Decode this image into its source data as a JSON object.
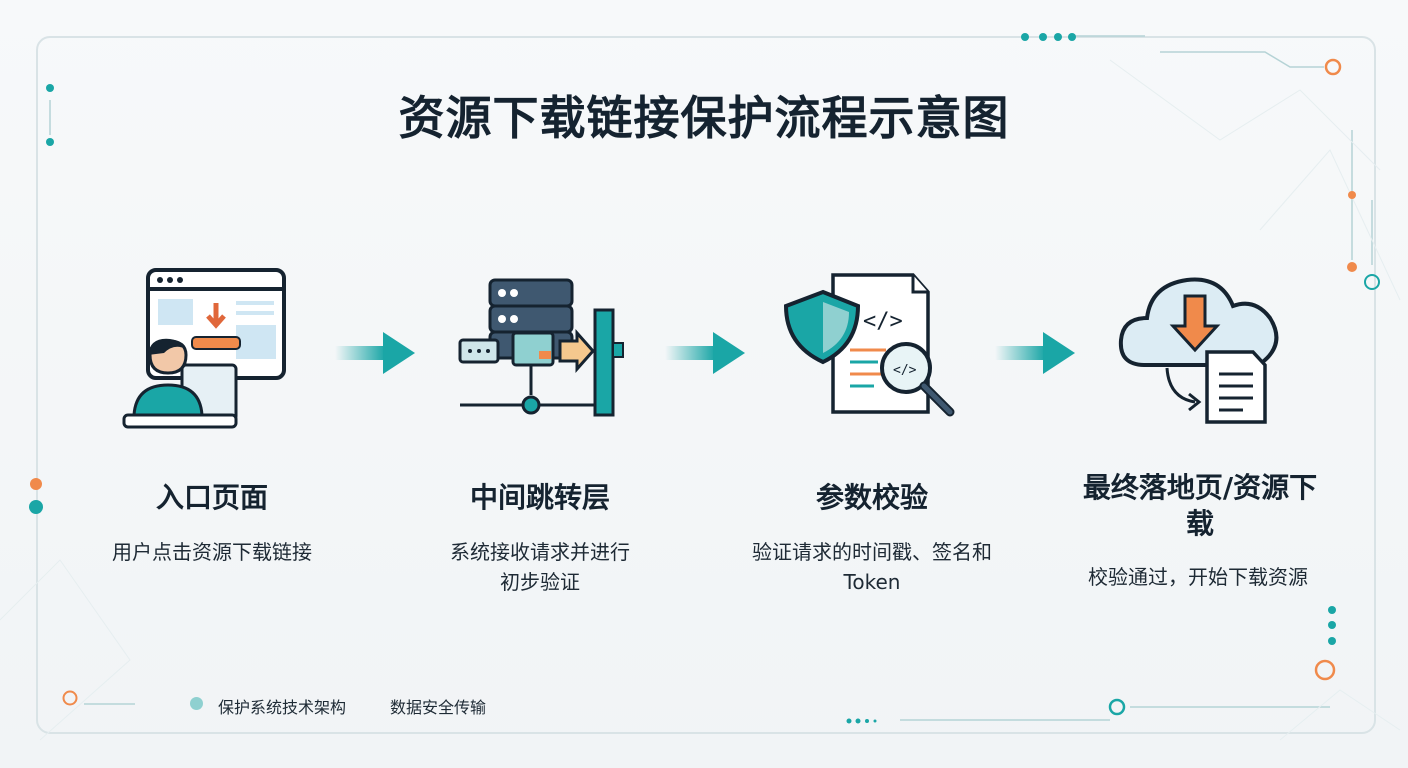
{
  "title": "资源下载链接保护流程示意图",
  "steps": [
    {
      "title": "入口页面",
      "desc": "用户点击资源下载链接"
    },
    {
      "title": "中间跳转层",
      "desc": "系统接收请求并进行初步验证"
    },
    {
      "title": "参数校验",
      "desc": "验证请求的时间戳、签名和Token"
    },
    {
      "title": "最终落地页/资源下载",
      "desc": "校验通过，开始下载资源"
    }
  ],
  "legend": [
    "保护系统技术架构",
    "数据安全传输"
  ],
  "colors": {
    "teal": "#1aa6a6",
    "orange": "#f08a4b",
    "navy": "#152330",
    "dark_blue": "#3f5870"
  }
}
